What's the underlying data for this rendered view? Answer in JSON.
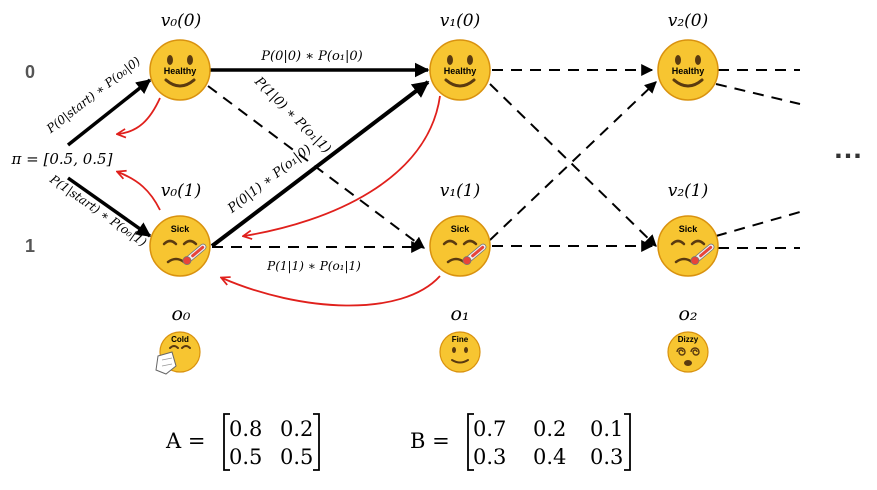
{
  "states": [
    {
      "row_label": "0",
      "word": "Healthy"
    },
    {
      "row_label": "1",
      "word": "Sick"
    }
  ],
  "step_titles": {
    "healthy": [
      "v₀(0)",
      "v₁(0)",
      "v₂(0)"
    ],
    "sick": [
      "v₀(1)",
      "v₁(1)",
      "v₂(1)"
    ]
  },
  "initial_prob": "π = [0.5, 0.5]",
  "edge_labels": {
    "start_healthy": "P(0|start) ∗ P(o₀|0)",
    "start_sick": "P(1|start) ∗ P(o₀|1)",
    "h_to_h": "P(0|0) ∗ P(o₁|0)",
    "h_to_s": "P(1|0) ∗ P(o₁|1)",
    "s_to_h": "P(0|1) ∗ P(o₁|0)",
    "s_to_s": "P(1|1) ∗ P(o₁|1)"
  },
  "observations": [
    {
      "symbol": "o₀",
      "word": "Cold"
    },
    {
      "symbol": "o₁",
      "word": "Fine"
    },
    {
      "symbol": "o₂",
      "word": "Dizzy"
    }
  ],
  "ellipsis": "…",
  "matrix_a": {
    "name": "A =",
    "rows": [
      [
        "0.8",
        "0.2"
      ],
      [
        "0.5",
        "0.5"
      ]
    ]
  },
  "matrix_b": {
    "name": "B =",
    "rows": [
      [
        "0.7",
        "0.2",
        "0.1"
      ],
      [
        "0.3",
        "0.4",
        "0.3"
      ]
    ]
  },
  "colors": {
    "face": "#f7c531",
    "face_edge": "#d9920f",
    "backtrack": "#e0201c",
    "edge": "#000000",
    "row_label": "#555555",
    "thermometer": "#e8433a"
  },
  "icons": {
    "healthy": "smiling-face-icon",
    "sick": "face-with-thermometer-icon",
    "cold": "sneezing-face-icon",
    "fine": "slightly-smiling-face-icon",
    "dizzy": "dizzy-face-icon"
  }
}
